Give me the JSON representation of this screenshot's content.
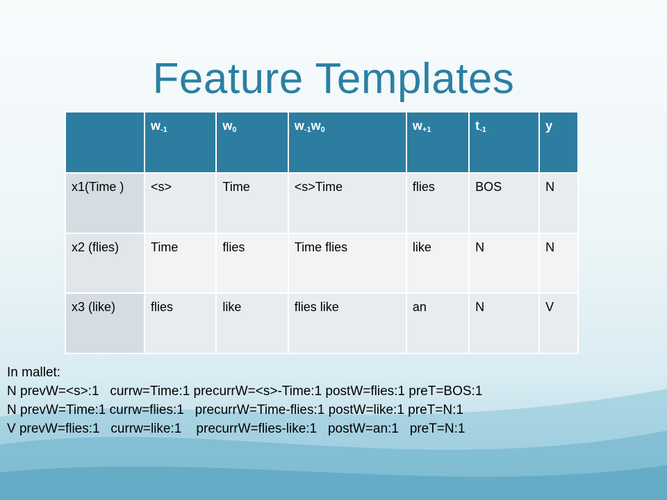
{
  "slide": {
    "title": "Feature Templates"
  },
  "table": {
    "headers": [
      {
        "base": "",
        "sub": ""
      },
      {
        "base": "w",
        "sub": "-1"
      },
      {
        "base": "w",
        "sub": "0"
      },
      {
        "base": "w",
        "sub": "-1",
        "base2": "w",
        "sub2": "0"
      },
      {
        "base": "w",
        "sub": "+1"
      },
      {
        "base": "t",
        "sub": "-1"
      },
      {
        "base": "y",
        "sub": ""
      }
    ],
    "rows": [
      [
        "x1(Time )",
        "<s>",
        "Time",
        "<s>Time",
        "flies",
        "BOS",
        "N"
      ],
      [
        "x2 (flies)",
        "Time",
        "flies",
        "Time flies",
        "like",
        "N",
        "N"
      ],
      [
        "x3 (like)",
        "flies",
        "like",
        "flies like",
        "an",
        "N",
        "V"
      ]
    ]
  },
  "mallet": {
    "heading": "In mallet:",
    "lines": [
      "N prevW=<s>:1   currw=Time:1 precurrW=<s>-Time:1 postW=flies:1 preT=BOS:1",
      "N prevW=Time:1 currw=flies:1   precurrW=Time-flies:1 postW=like:1 preT=N:1",
      "V prevW=flies:1   currw=like:1    precurrW=flies-like:1   postW=an:1   preT=N:1"
    ]
  },
  "colors": {
    "title": "#2c7fa3",
    "header_bg": "#2c7da0",
    "cell_bg": "#e8ecef"
  }
}
